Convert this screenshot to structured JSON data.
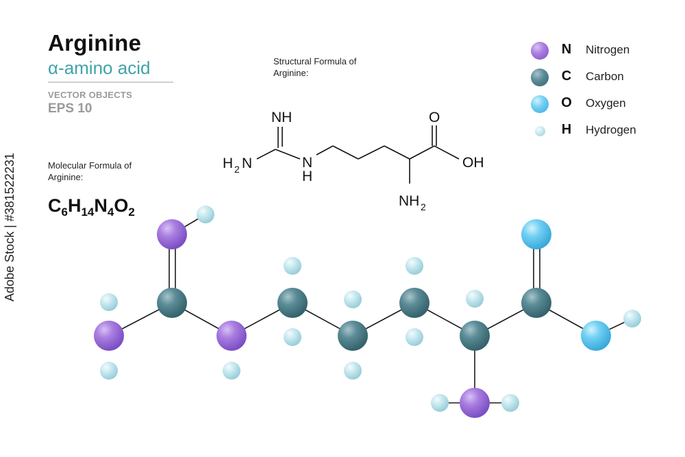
{
  "header": {
    "title": "Arginine",
    "subtitle": "α-amino acid",
    "vector_objects": "VECTOR OBJECTS",
    "eps": "EPS 10"
  },
  "molecular_formula": {
    "label": "Molecular Formula of Arginine:",
    "parts": [
      "C",
      "6",
      "H",
      "14",
      "N",
      "4",
      "O",
      "2"
    ]
  },
  "structural_formula": {
    "label": "Structural  Formula of Arginine:",
    "labels": {
      "nh_top": "NH",
      "h2n_h": "H",
      "h2n_2": "2",
      "h2n_n": "N",
      "n_mid": "N",
      "h_mid": "H",
      "o_top": "O",
      "oh": "OH",
      "nh2_n": "NH",
      "nh2_2": "2"
    }
  },
  "legend": [
    {
      "symbol": "N",
      "name": "Nitrogen",
      "color": "#9b6cd6"
    },
    {
      "symbol": "C",
      "name": "Carbon",
      "color": "#4e7d88"
    },
    {
      "symbol": "O",
      "name": "Oxygen",
      "color": "#5ec8ef"
    },
    {
      "symbol": "H",
      "name": "Hydrogen",
      "color": "#b7e2ec"
    }
  ],
  "colors": {
    "nitrogen": "#9b6cd6",
    "carbon": "#4e7d88",
    "oxygen": "#5ec8ef",
    "hydrogen": "#b7e2ec",
    "subtitle_accent": "#3fa3a8"
  },
  "watermark": "Adobe Stock | #381522231"
}
